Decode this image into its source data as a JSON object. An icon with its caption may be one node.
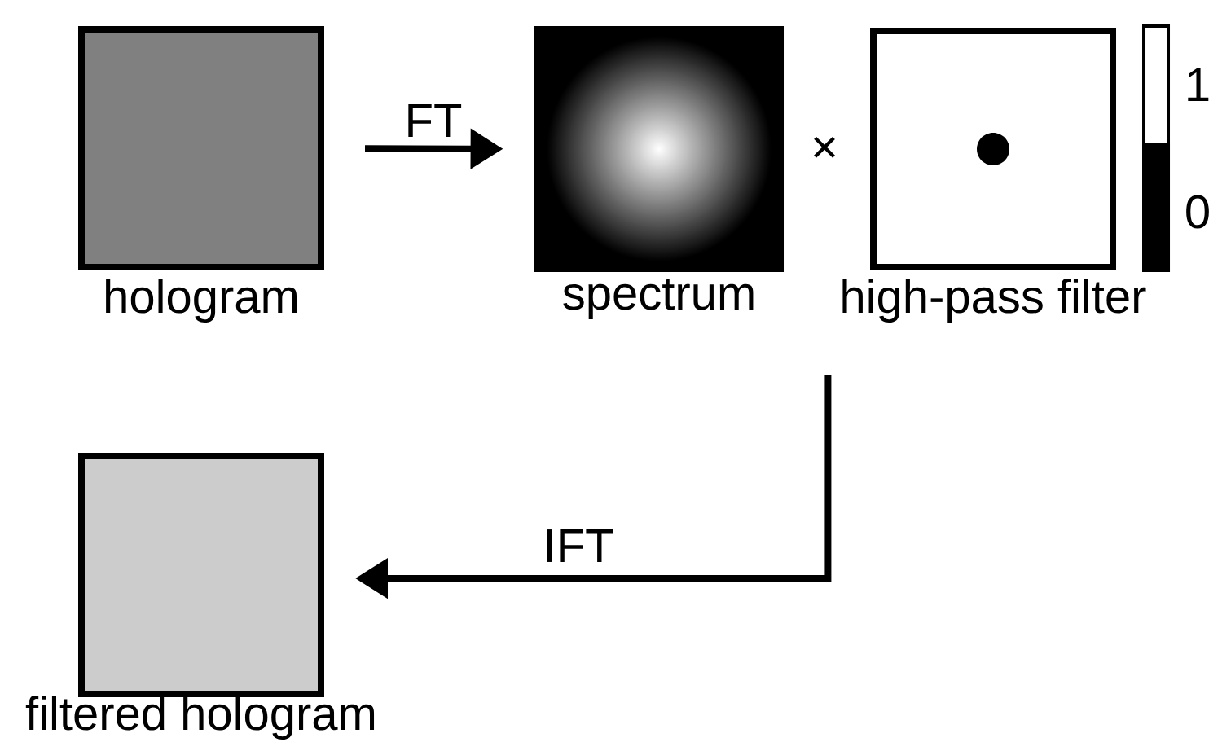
{
  "diagram": {
    "nodes": [
      {
        "text": [
          "hologram"
        ]
      },
      {
        "text": [
          "spectrum"
        ]
      },
      {
        "text": [
          "high-pass filter"
        ]
      },
      {
        "text": [
          "filtered hologram"
        ]
      }
    ],
    "edges": [
      {
        "from": 0,
        "to": 1,
        "arrow": "to",
        "label": "FT"
      },
      {
        "from": 1,
        "to": 3,
        "arrow": "to",
        "label": "IFT"
      }
    ],
    "labels": [
      "×",
      "1",
      "0"
    ]
  }
}
